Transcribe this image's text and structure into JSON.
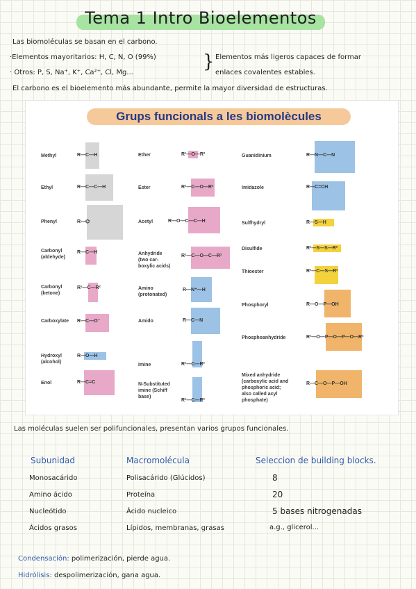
{
  "title": "Tema 1  Intro Bioelementos",
  "notes": {
    "line1": "Las biomoléculas se basan en el carbono.",
    "line2": "·Elementos mayoritarios: H, C, N, O   (99%)",
    "line3": "· Otros: P, S, Na⁺, K⁺, Ca²⁺, Cl, Mg...",
    "brace": "}",
    "side1": "Elementos más ligeros capaces de formar",
    "side2": "enlaces covalentes estables.",
    "line4": "El carbono es el bioelemento más abundante, permite la mayor diversidad de estructuras."
  },
  "figure": {
    "title": "Grups funcionals a les biomolècules",
    "col1": [
      {
        "name": "Methyl",
        "formula": "R—C—H"
      },
      {
        "name": "Ethyl",
        "formula": "R—C—C—H"
      },
      {
        "name": "Phenyl",
        "formula": "R—⌬"
      },
      {
        "name": "Carbonyl\n(aldehyde)",
        "formula": "R—C—H"
      },
      {
        "name": "Carbonyl\n(ketone)",
        "formula": "R¹—C—R²"
      },
      {
        "name": "Carboxylate",
        "formula": "R—C—O⁻"
      },
      {
        "name": "Hydroxyl\n(alcohol)",
        "formula": "R—O—H"
      },
      {
        "name": "Enol",
        "formula": "R—C=C"
      }
    ],
    "col2": [
      {
        "name": "Ether",
        "formula": "R¹—O—R²"
      },
      {
        "name": "Ester",
        "formula": "R¹—C—O—R²"
      },
      {
        "name": "Acetyl",
        "formula": "R—O—C—C—H"
      },
      {
        "name": "Anhydride\n(two car-\nboxylic acids)",
        "formula": "R¹—C—O—C—R²"
      },
      {
        "name": "Amino\n(protonated)",
        "formula": "R—N⁺—H"
      },
      {
        "name": "Amido",
        "formula": "R—C—N"
      },
      {
        "name": "Imine",
        "formula": "R¹—C—R²"
      },
      {
        "name": "N-Substituted\nimine (Schiff\nbase)",
        "formula": "R¹—C—R²"
      }
    ],
    "col3": [
      {
        "name": "Guanidinium",
        "formula": "R—N—C—N"
      },
      {
        "name": "Imidazole",
        "formula": "R—C=CH"
      },
      {
        "name": "Sulfhydryl",
        "formula": "R—S—H"
      },
      {
        "name": "Disulfide",
        "formula": "R¹—S—S—R²"
      },
      {
        "name": "Thioester",
        "formula": "R¹—C—S—R²"
      },
      {
        "name": "Phosphoryl",
        "formula": "R—O—P—OH"
      },
      {
        "name": "Phosphoanhydride",
        "formula": "R¹—O—P—O—P—O—R²"
      },
      {
        "name": "Mixed anhydride\n(carboxylic acid and\nphosphoric acid;\nalso called acyl\nphosphate)",
        "formula": "R—C—O—P—OH"
      }
    ]
  },
  "para": "Las moléculas suelen ser polifuncionales, presentan varios grupos funcionales.",
  "table": {
    "headers": [
      "Subunidad",
      "Macromolécula",
      "Seleccion de building blocks."
    ],
    "rows": [
      [
        "Monosacárido",
        "Polisacárido (Glúcidos)",
        "8"
      ],
      [
        "Amino ácido",
        "Proteína",
        "20"
      ],
      [
        "Nucleótido",
        "Ácido nucleico",
        "5 bases nitrogenadas"
      ],
      [
        "Ácidos grasos",
        "Lípidos, membranas, grasas",
        "a.g., glicerol..."
      ]
    ]
  },
  "footer": {
    "cond_label": "Condensación:",
    "cond_text": "polimerización, pierde agua.",
    "hidro_label": "Hidrólisis:",
    "hidro_text": "despolimerización, gana agua."
  },
  "colors": {
    "title_highlight": "#a7e3a1",
    "figure_title_bg": "#f6c99a",
    "figure_title_text": "#243a86",
    "ink_blue": "#2f5aa8"
  }
}
